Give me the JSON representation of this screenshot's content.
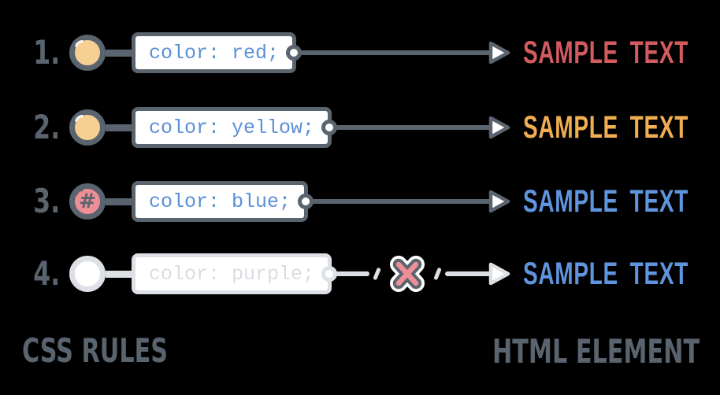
{
  "diagram": {
    "footer": {
      "left": "CSS RULES",
      "right": "HTML ELEMENT"
    },
    "colors": {
      "stroke_dark": "#5a646e",
      "stroke_muted": "#dde1e6",
      "code_blue": "#5a8fd8",
      "code_muted": "#d9dde2",
      "box_fill": "#ffffff",
      "x_mark_pink": "#ee8e96",
      "background": "#000000"
    },
    "rows": [
      {
        "number": "1.",
        "selector": "class",
        "symbol": "",
        "circle_fill": "#f6cf92",
        "code": "color: red;",
        "sample": "SAMPLE TEXT",
        "sample_color": "#d35b5f",
        "state": "applied"
      },
      {
        "number": "2.",
        "selector": "class",
        "symbol": "",
        "circle_fill": "#f6cf92",
        "code": "color: yellow;",
        "sample": "SAMPLE TEXT",
        "sample_color": "#f0ae52",
        "state": "applied"
      },
      {
        "number": "3.",
        "selector": "id",
        "symbol": "#",
        "circle_fill": "#ee8e96",
        "code": "color: blue;",
        "sample": "SAMPLE TEXT",
        "sample_color": "#5e95de",
        "state": "applied"
      },
      {
        "number": "4.",
        "selector": "class",
        "symbol": "",
        "circle_fill": "#ffffff",
        "code": "color: purple;",
        "sample": "SAMPLE TEXT",
        "sample_color": "#5e95de",
        "state": "overridden"
      }
    ]
  }
}
